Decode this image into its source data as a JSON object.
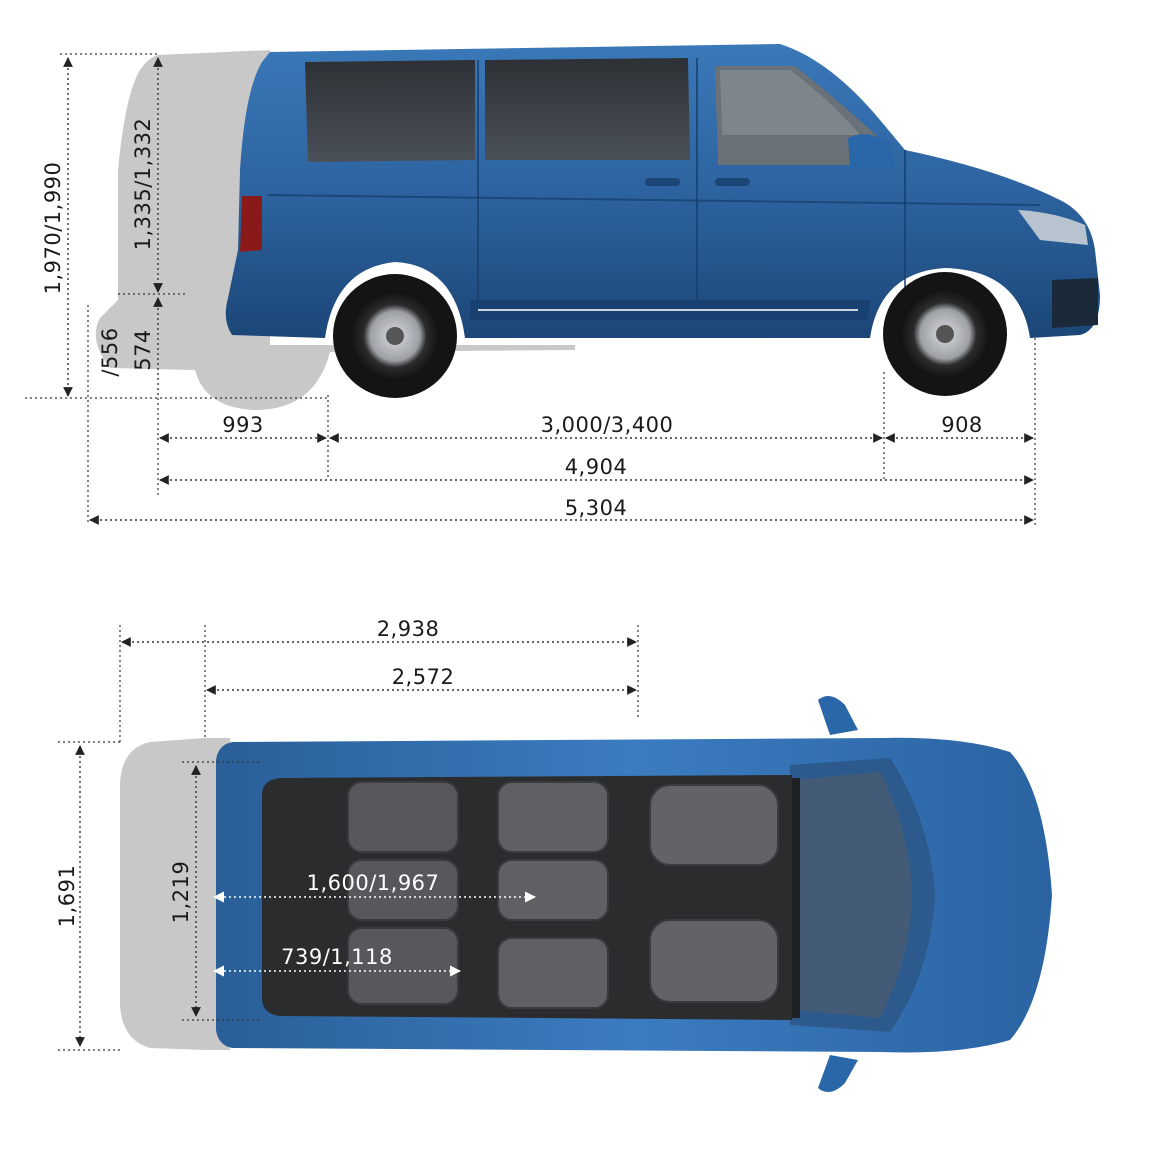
{
  "side_view": {
    "height_total": "1,970/1,990",
    "height_body": "1,335/1,332",
    "ground_clearance_a": "574",
    "ground_clearance_b": "/556",
    "rear_overhang": "993",
    "wheelbase": "3,000/3,400",
    "front_overhang": "908",
    "length_short": "4,904",
    "length_long": "5,304"
  },
  "top_view": {
    "interior_length_long": "2,938",
    "interior_length_short": "2,572",
    "overall_width": "1,691",
    "interior_width": "1,219",
    "load_length_long": "1,600/1,967",
    "load_length_short": "739/1,118"
  },
  "colors": {
    "body_blue": "#2f6aa6",
    "body_dark": "#1d4a7c",
    "shadow_grey": "#c8c8c8",
    "interior_dark": "#3a3a3c"
  }
}
